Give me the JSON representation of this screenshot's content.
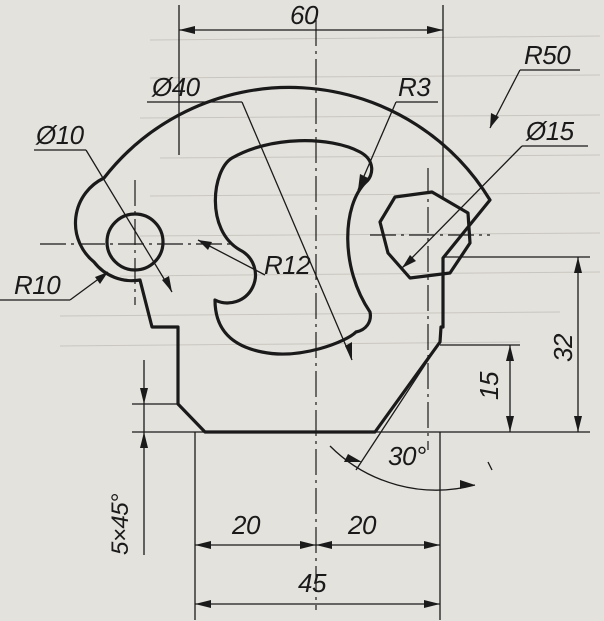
{
  "drawing": {
    "dimensions": {
      "width_60": "60",
      "dia_40": "Ø40",
      "r3": "R3",
      "r50": "R50",
      "dia_10": "Ø10",
      "dia_15": "Ø15",
      "r10": "R10",
      "r12": "R12",
      "height_32": "32",
      "height_15": "15",
      "angle_30": "30°",
      "chamfer": "5×45°",
      "dist_20_left": "20",
      "dist_20_right": "20",
      "width_45": "45"
    }
  }
}
